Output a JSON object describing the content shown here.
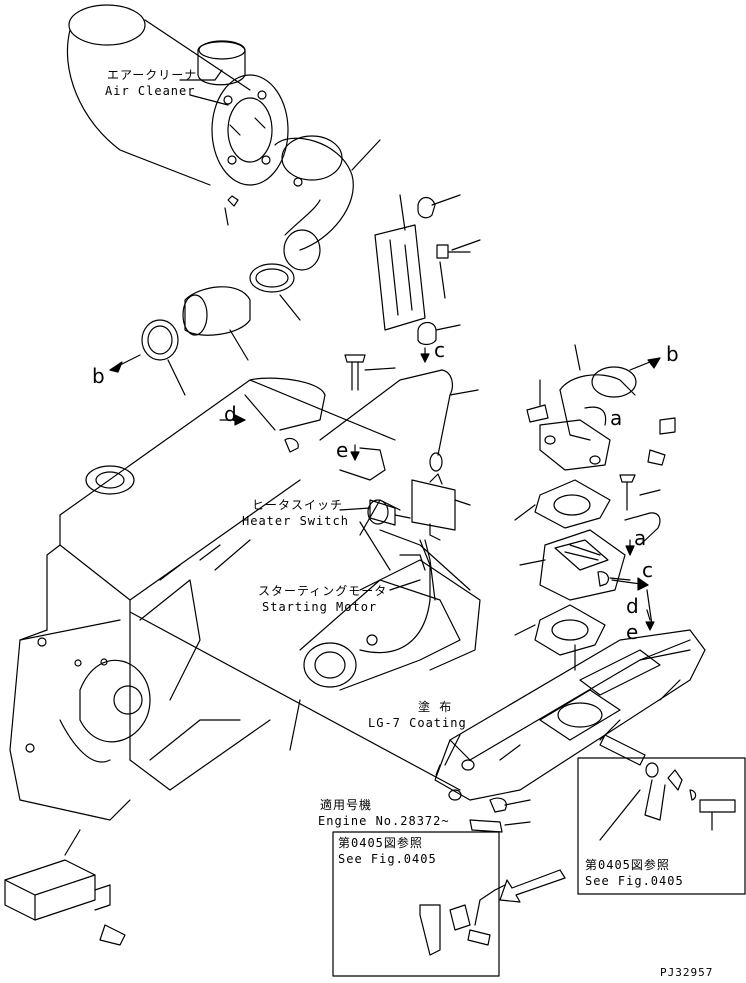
{
  "labels": {
    "air_cleaner_jp": "エアークリーナ",
    "air_cleaner_en": "Air Cleaner",
    "heater_switch_jp": "ヒータスイッチ",
    "heater_switch_en": "Heater Switch",
    "starting_motor_jp": "スターティングモータ",
    "starting_motor_en": "Starting Motor",
    "coating_jp": "塗 布",
    "coating_en": "LG-7 Coating",
    "engine_no_jp": "適用号機",
    "engine_no_en": "Engine No.28372~",
    "see_fig_left_jp": "第0405図参照",
    "see_fig_left_en": "See Fig.0405",
    "see_fig_right_jp": "第0405図参照",
    "see_fig_right_en": "See Fig.0405",
    "drawing_no": "PJ32957"
  },
  "callouts": {
    "a1": "a",
    "a2": "a",
    "b1": "b",
    "b2": "b",
    "c1": "c",
    "c2": "c",
    "d1": "d",
    "d2": "d",
    "e1": "e",
    "e2": "e"
  }
}
